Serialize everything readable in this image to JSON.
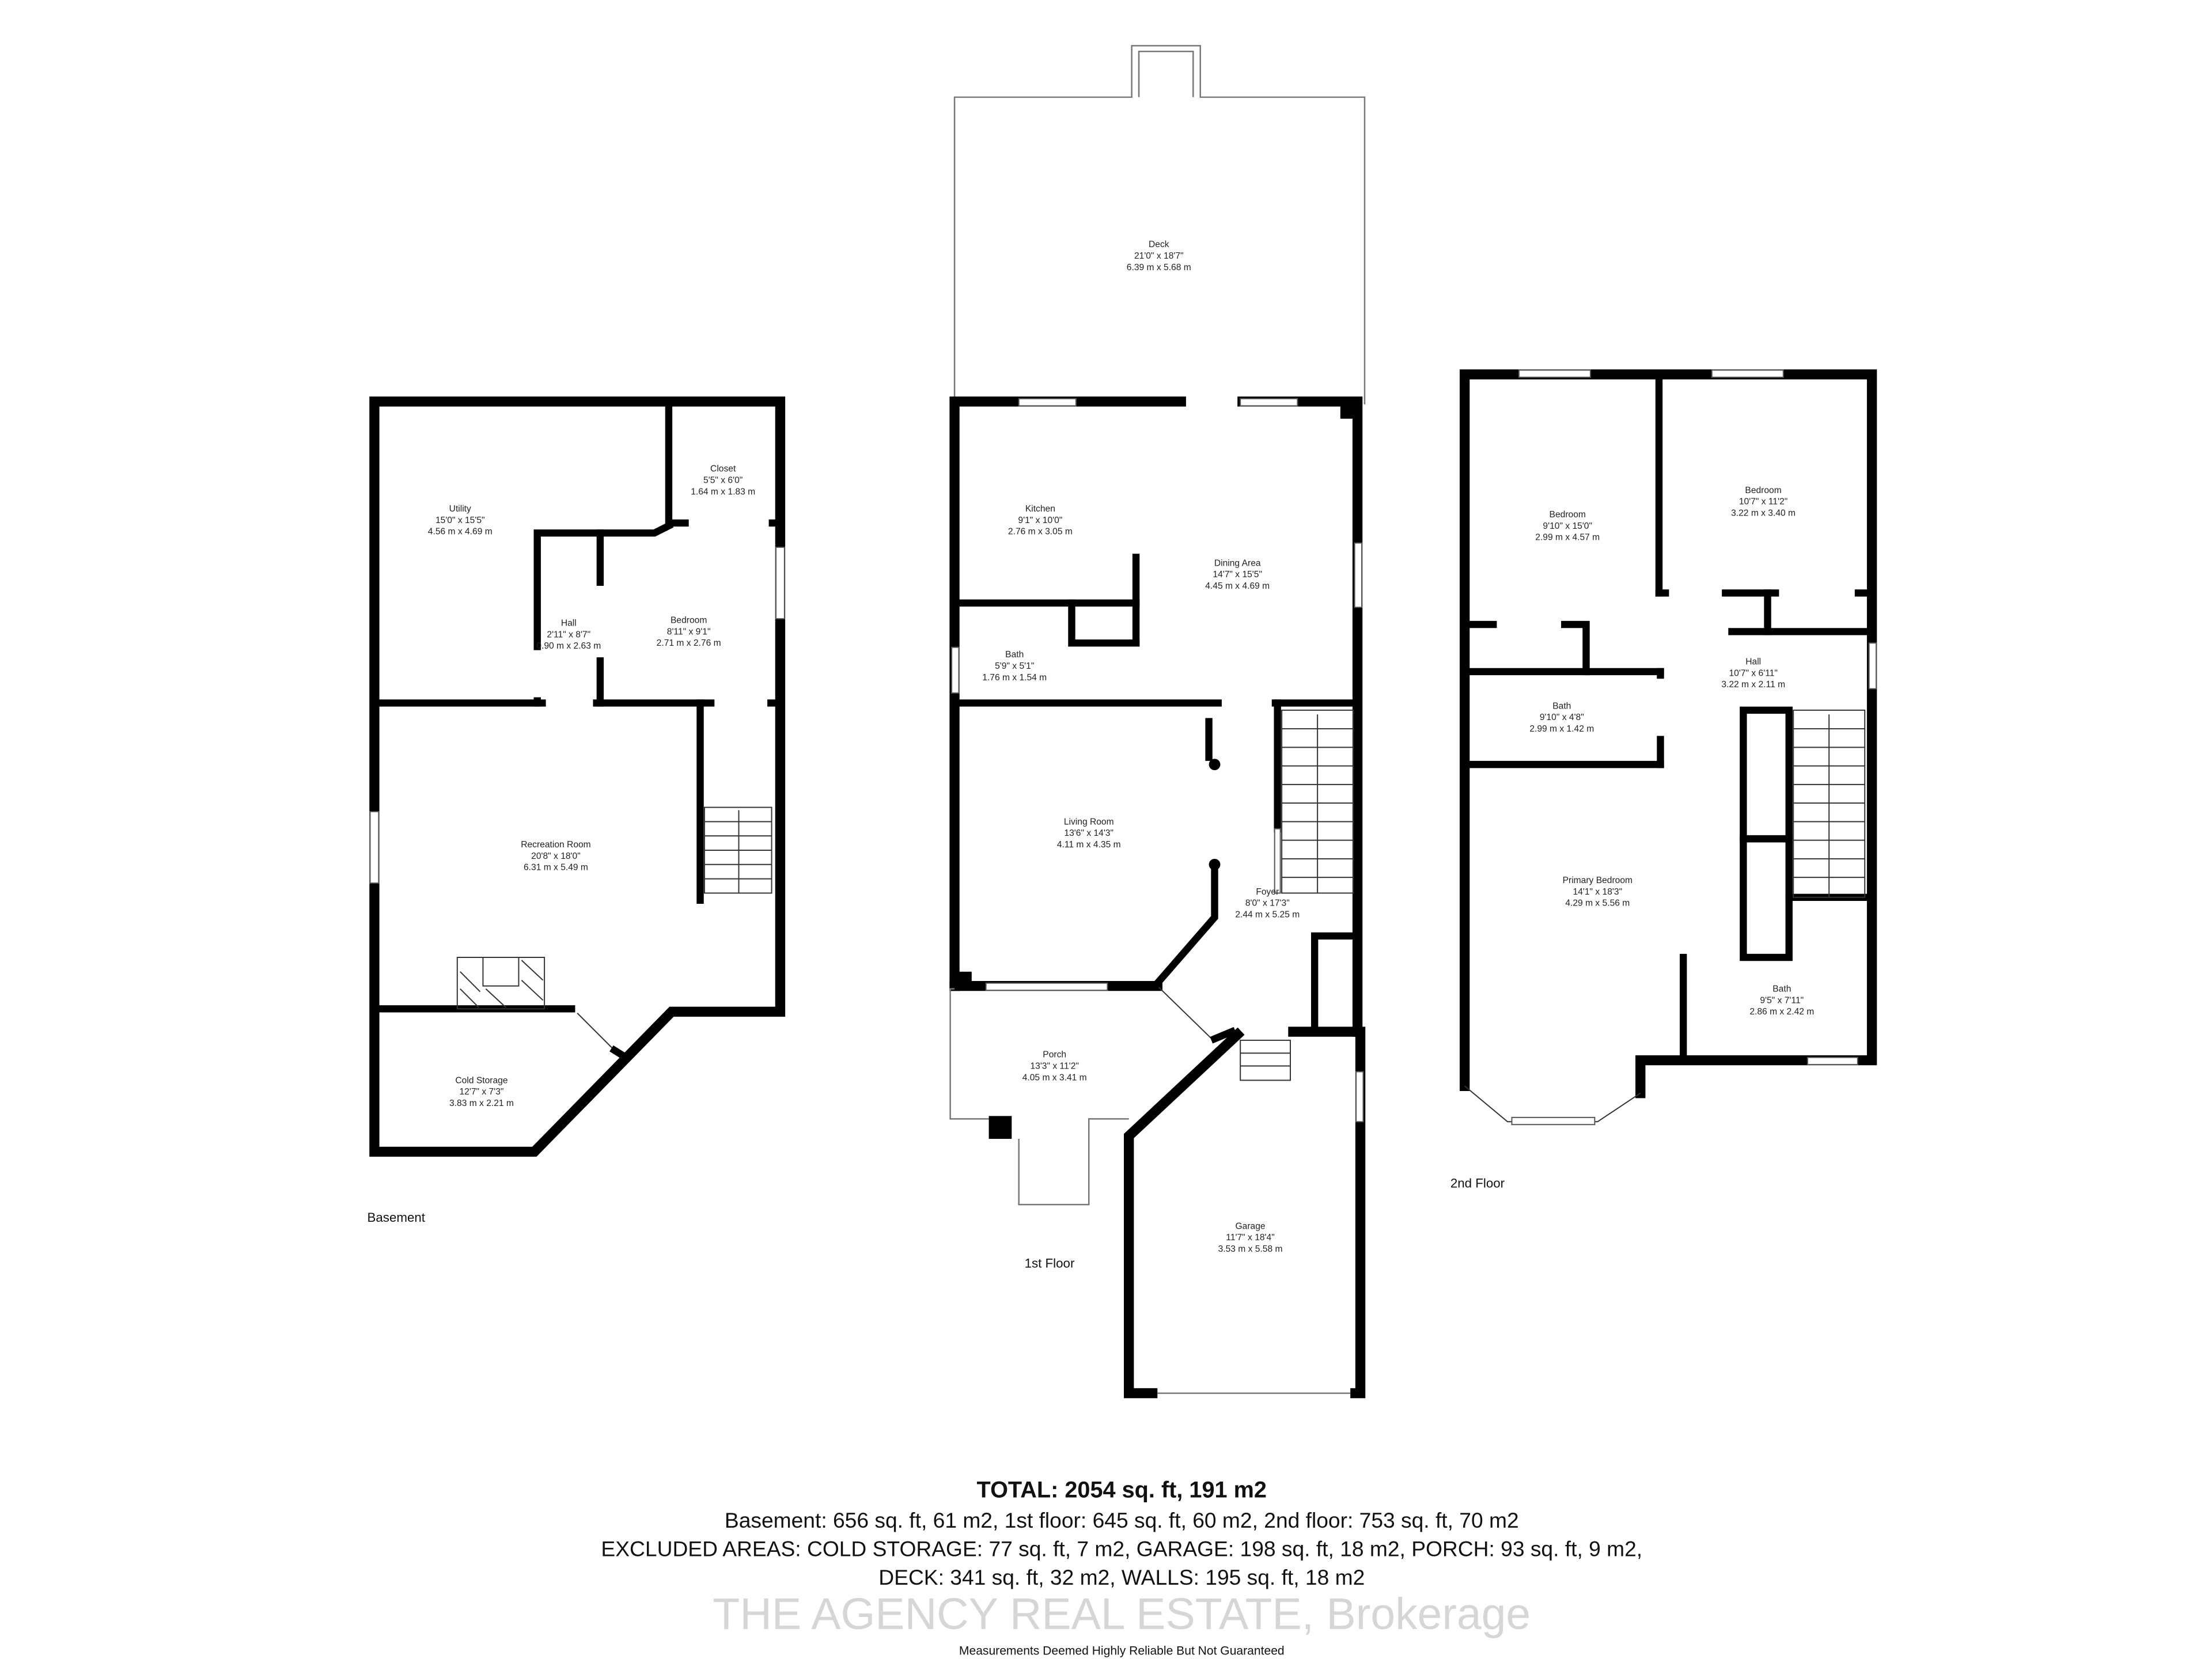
{
  "floors": [
    {
      "label": "Basement",
      "rooms": [
        {
          "name": "Utility",
          "imperial": "15'0\" x 15'5\"",
          "metric": "4.56 m x 4.69 m"
        },
        {
          "name": "Closet",
          "imperial": "5'5\" x 6'0\"",
          "metric": "1.64 m x 1.83 m"
        },
        {
          "name": "Hall",
          "imperial": "2'11\" x 8'7\"",
          "metric": "0.90 m x 2.63 m"
        },
        {
          "name": "Bedroom",
          "imperial": "8'11\" x 9'1\"",
          "metric": "2.71 m x 2.76 m"
        },
        {
          "name": "Recreation Room",
          "imperial": "20'8\" x 18'0\"",
          "metric": "6.31 m x 5.49 m"
        },
        {
          "name": "Cold Storage",
          "imperial": "12'7\" x 7'3\"",
          "metric": "3.83 m x 2.21 m"
        }
      ]
    },
    {
      "label": "1st Floor",
      "rooms": [
        {
          "name": "Deck",
          "imperial": "21'0\" x 18'7\"",
          "metric": "6.39 m x 5.68 m"
        },
        {
          "name": "Kitchen",
          "imperial": "9'1\" x 10'0\"",
          "metric": "2.76 m x 3.05 m"
        },
        {
          "name": "Dining Area",
          "imperial": "14'7\" x 15'5\"",
          "metric": "4.45 m x 4.69 m"
        },
        {
          "name": "Bath",
          "imperial": "5'9\" x 5'1\"",
          "metric": "1.76 m x 1.54 m"
        },
        {
          "name": "Living Room",
          "imperial": "13'6\" x 14'3\"",
          "metric": "4.11 m x 4.35 m"
        },
        {
          "name": "Foyer",
          "imperial": "8'0\" x 17'3\"",
          "metric": "2.44 m x 5.25 m"
        },
        {
          "name": "Porch",
          "imperial": "13'3\" x 11'2\"",
          "metric": "4.05 m x 3.41 m"
        },
        {
          "name": "Garage",
          "imperial": "11'7\" x 18'4\"",
          "metric": "3.53 m x 5.58 m"
        }
      ]
    },
    {
      "label": "2nd Floor",
      "rooms": [
        {
          "name": "Bedroom",
          "imperial": "9'10\" x 15'0\"",
          "metric": "2.99 m x 4.57 m"
        },
        {
          "name": "Bedroom",
          "imperial": "10'7\" x 11'2\"",
          "metric": "3.22 m x 3.40 m"
        },
        {
          "name": "Hall",
          "imperial": "10'7\" x 6'11\"",
          "metric": "3.22 m x 2.11 m"
        },
        {
          "name": "Bath",
          "imperial": "9'10\" x 4'8\"",
          "metric": "2.99 m x 1.42 m"
        },
        {
          "name": "Primary Bedroom",
          "imperial": "14'1\" x 18'3\"",
          "metric": "4.29 m x 5.56 m"
        },
        {
          "name": "Bath",
          "imperial": "9'5\" x 7'11\"",
          "metric": "2.86 m x 2.42 m"
        }
      ]
    }
  ],
  "summary": {
    "total": "TOTAL: 2054 sq. ft, 191 m2",
    "floors_line": "Basement: 656 sq. ft, 61 m2, 1st floor: 645 sq. ft, 60 m2, 2nd floor: 753 sq. ft, 70 m2",
    "excluded_line1": "EXCLUDED AREAS: COLD STORAGE: 77 sq. ft, 7 m2, GARAGE: 198 sq. ft, 18 m2, PORCH: 93 sq. ft, 9 m2,",
    "excluded_line2": "DECK: 341 sq. ft, 32 m2, WALLS: 195 sq. ft, 18 m2",
    "watermark": "THE AGENCY REAL ESTATE, Brokerage",
    "disclaimer": "Measurements Deemed Highly Reliable But Not Guaranteed"
  }
}
